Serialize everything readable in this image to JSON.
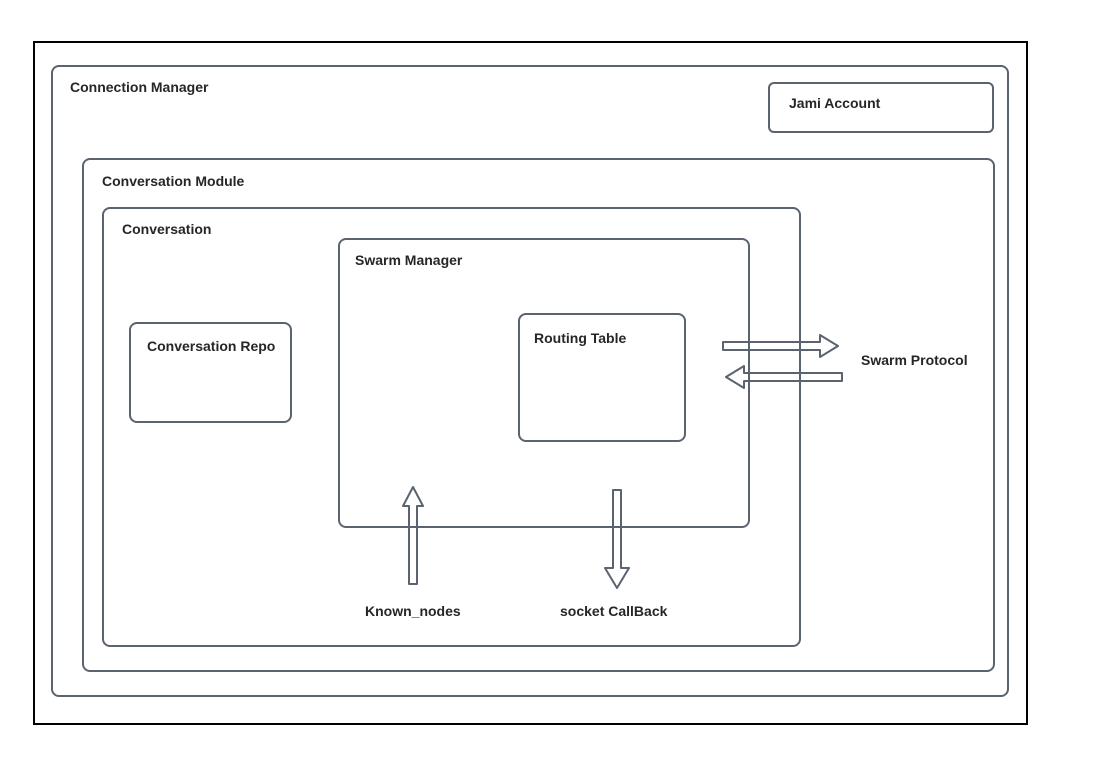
{
  "boxes": {
    "connection_manager": {
      "label": "Connection Manager"
    },
    "jami_account": {
      "label": "Jami Account"
    },
    "conversation_module": {
      "label": "Conversation Module"
    },
    "conversation": {
      "label": "Conversation"
    },
    "swarm_manager": {
      "label": "Swarm Manager"
    },
    "conversation_repo": {
      "label": "Conversation Repo"
    },
    "routing_table": {
      "label": "Routing Table"
    }
  },
  "arrows": {
    "swarm_protocol": {
      "label": "Swarm Protocol",
      "direction": "bidirectional-horizontal"
    },
    "known_nodes": {
      "label": "Known_nodes",
      "direction": "up"
    },
    "socket_callback": {
      "label": "socket CallBack",
      "direction": "down"
    }
  },
  "colors": {
    "outer_border": "#000000",
    "box_border": "#5b6270",
    "arrow_stroke": "#5b6270",
    "text": "#262626",
    "background": "#ffffff"
  }
}
